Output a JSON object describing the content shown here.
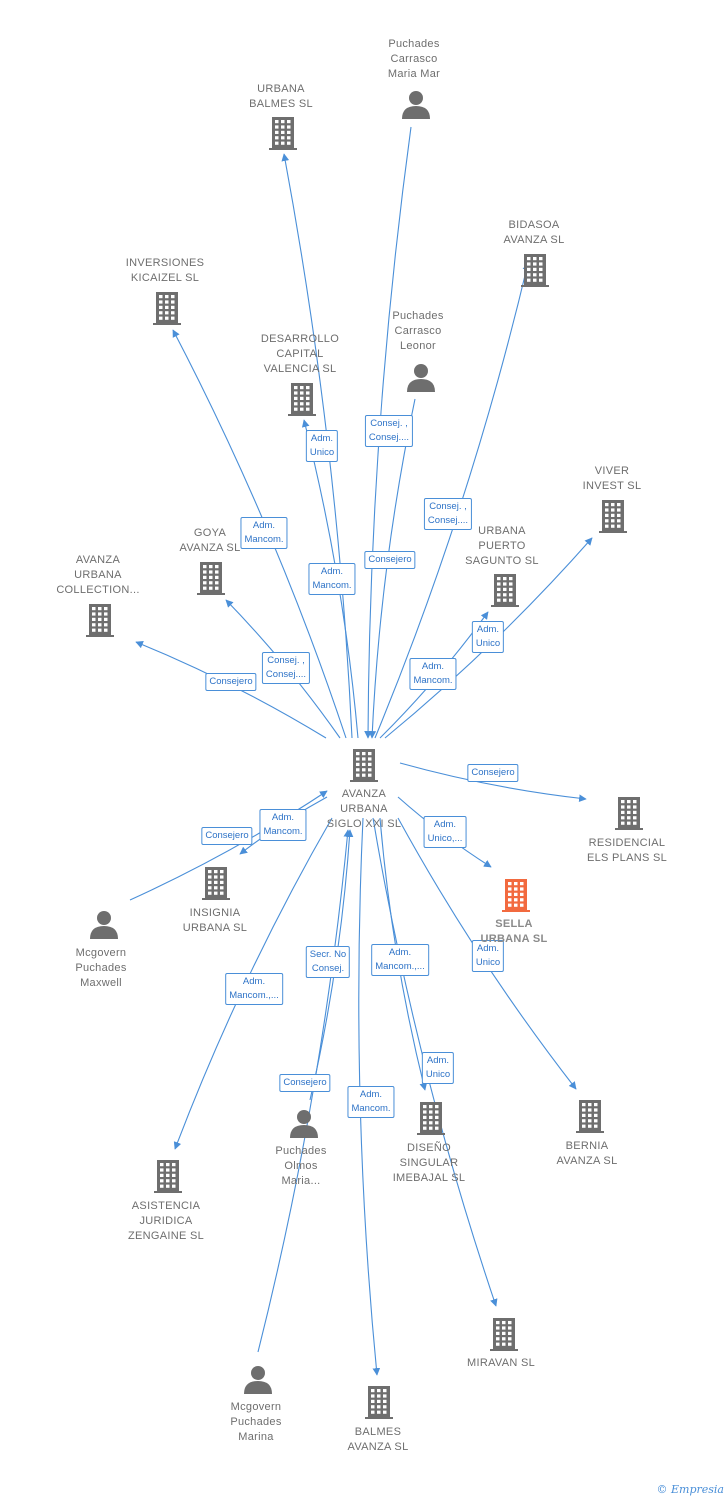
{
  "colors": {
    "edge": "#4a8fd8",
    "building": "#6e6e6e",
    "person": "#6e6e6e",
    "highlight": "#f26a3f",
    "label_text": "#6e6e6e"
  },
  "watermark": "Empresia",
  "nodes": [
    {
      "id": "center",
      "type": "building",
      "label": "AVANZA\nURBANA\nSIGLO XXI SL"
    },
    {
      "id": "puchades_mar",
      "type": "person",
      "label": "Puchades\nCarrasco\nMaria Mar"
    },
    {
      "id": "urbana_balmes",
      "type": "building",
      "label": "URBANA\nBALMES SL"
    },
    {
      "id": "bidasoa",
      "type": "building",
      "label": "BIDASOA\nAVANZA SL"
    },
    {
      "id": "kicaizel",
      "type": "building",
      "label": "INVERSIONES\nKICAIZEL SL"
    },
    {
      "id": "desarrollo",
      "type": "building",
      "label": "DESARROLLO\nCAPITAL\nVALENCIA SL"
    },
    {
      "id": "puchades_leonor",
      "type": "person",
      "label": "Puchades\nCarrasco\nLeonor"
    },
    {
      "id": "viver",
      "type": "building",
      "label": "VIVER\nINVEST SL"
    },
    {
      "id": "goya",
      "type": "building",
      "label": "GOYA\nAVANZA SL"
    },
    {
      "id": "puerto",
      "type": "building",
      "label": "URBANA\nPUERTO\nSAGUNTO SL"
    },
    {
      "id": "collection",
      "type": "building",
      "label": "AVANZA\nURBANA\nCOLLECTION..."
    },
    {
      "id": "residencial",
      "type": "building",
      "label": "RESIDENCIAL\nELS PLANS SL"
    },
    {
      "id": "sella",
      "type": "building",
      "highlight": true,
      "label": "SELLA\nURBANA SL"
    },
    {
      "id": "insignia",
      "type": "building",
      "label": "INSIGNIA\nURBANA SL"
    },
    {
      "id": "maxwell",
      "type": "person",
      "label": "Mcgovern\nPuchades\nMaxwell"
    },
    {
      "id": "bernia",
      "type": "building",
      "label": "BERNIA\nAVANZA SL"
    },
    {
      "id": "disenio",
      "type": "building",
      "label": "DISEÑO\nSINGULAR\nIMEBAJAL SL"
    },
    {
      "id": "olmos",
      "type": "person",
      "label": "Puchades\nOlmos\nMaria..."
    },
    {
      "id": "zengaine",
      "type": "building",
      "label": "ASISTENCIA\nJURIDICA\nZENGAINE SL"
    },
    {
      "id": "miravan",
      "type": "building",
      "label": "MIRAVAN SL"
    },
    {
      "id": "marina",
      "type": "person",
      "label": "Mcgovern\nPuchades\nMarina"
    },
    {
      "id": "balmes_avanza",
      "type": "building",
      "label": "BALMES\nAVANZA SL"
    }
  ],
  "edges": [
    {
      "from": "center",
      "to": "urbana_balmes",
      "label": "Adm.\nUnico"
    },
    {
      "from": "puchades_mar",
      "to": "center",
      "label": "Consej. ,\nConsej...."
    },
    {
      "from": "center",
      "to": "bidasoa",
      "label": "Consej. ,\nConsej...."
    },
    {
      "from": "center",
      "to": "kicaizel",
      "label": "Adm.\nMancom."
    },
    {
      "from": "center",
      "to": "desarrollo",
      "label": "Adm.\nMancom."
    },
    {
      "from": "puchades_leonor",
      "to": "center",
      "label": "Consejero"
    },
    {
      "from": "center",
      "to": "viver",
      "label": "Adm.\nUnico"
    },
    {
      "from": "center",
      "to": "goya",
      "label": "Consej. ,\nConsej...."
    },
    {
      "from": "center",
      "to": "puerto",
      "label": "Adm.\nMancom."
    },
    {
      "from": "center",
      "to": "collection",
      "label": "Consejero"
    },
    {
      "from": "center",
      "to": "residencial",
      "label": "Consejero"
    },
    {
      "from": "center",
      "to": "sella",
      "label": "Adm.\nUnico,..."
    },
    {
      "from": "center",
      "to": "insignia",
      "label": "Consejero"
    },
    {
      "from": "maxwell",
      "to": "center",
      "label": "Adm.\nMancom."
    },
    {
      "from": "center",
      "to": "bernia",
      "label": "Adm.\nUnico"
    },
    {
      "from": "center",
      "to": "disenio",
      "label": "Adm.\nMancom.,..."
    },
    {
      "from": "olmos",
      "to": "center",
      "label": "Consejero"
    },
    {
      "from": "center",
      "to": "zengaine",
      "label": "Adm.\nMancom.,..."
    },
    {
      "from": "center",
      "to": "miravan",
      "label": "Adm.\nUnico"
    },
    {
      "from": "marina",
      "to": "center",
      "label": "Secr. No\nConsej."
    },
    {
      "from": "center",
      "to": "balmes_avanza",
      "label": "Adm.\nMancom."
    }
  ]
}
